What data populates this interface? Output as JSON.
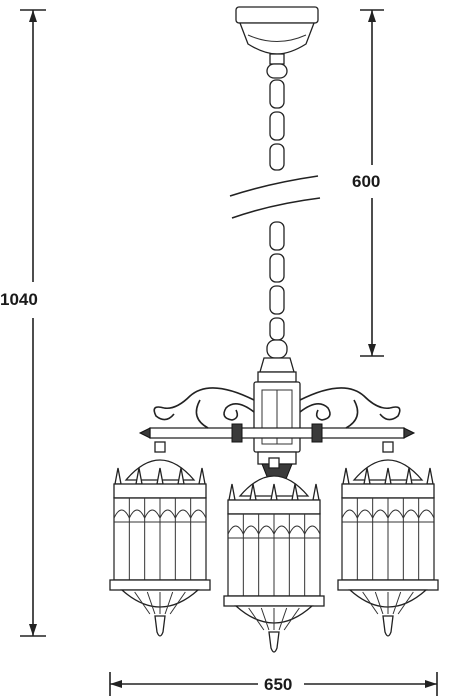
{
  "dimensions": {
    "height_total": "1040",
    "chain_length": "600",
    "width": "650"
  },
  "colors": {
    "line": "#222222",
    "background": "#ffffff"
  }
}
